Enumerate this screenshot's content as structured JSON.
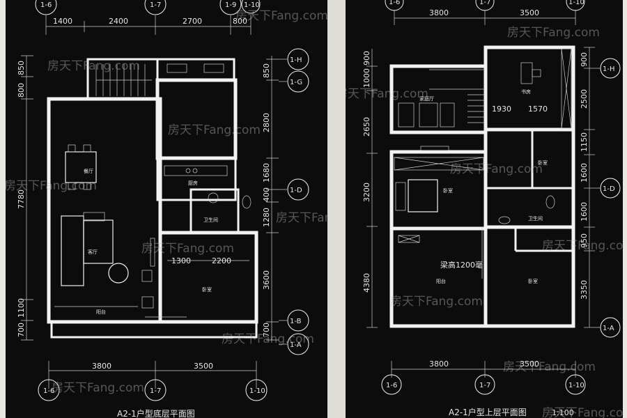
{
  "left_plan": {
    "title": "A2-1户型底层平面图",
    "axes_top": [
      "1-6",
      "1-7",
      "1-9",
      "1-10"
    ],
    "axes_bottom": [
      "1-6",
      "1-7",
      "1-10"
    ],
    "axes_right": [
      "1-H",
      "1-G",
      "1-D",
      "1-B",
      "1-A"
    ],
    "dims_top": [
      "1400",
      "2400",
      "2700",
      "800"
    ],
    "dims_bottom": [
      "3800",
      "3500"
    ],
    "dims_left": [
      "850",
      "800",
      "7780",
      "1100",
      "700"
    ],
    "dims_right": [
      "850",
      "2800",
      "1680",
      "400",
      "1280",
      "3600",
      "700"
    ],
    "inner_dims": [
      "1300",
      "2200"
    ],
    "rooms": {
      "dining": "餐厅",
      "kitchen": "厨房",
      "bathroom": "卫生间",
      "living": "客厅",
      "bedroom": "卧室",
      "balcony": "阳台"
    }
  },
  "right_plan": {
    "title": "A2-1户型上层平面图",
    "scale": "1:100",
    "axes_top": [
      "1-6",
      "1-7",
      "1-10"
    ],
    "axes_bottom": [
      "1-6",
      "1-7",
      "1-10"
    ],
    "axes_right": [
      "1-H",
      "1-D",
      "1-A"
    ],
    "dims_top": [
      "3800",
      "3500"
    ],
    "dims_left": [
      "1000",
      "900",
      "2650",
      "3200",
      "4380"
    ],
    "dims_right": [
      "900",
      "2500",
      "1150",
      "1600",
      "1600",
      "950",
      "3350"
    ],
    "inner_dims": [
      "1930",
      "1570"
    ],
    "annotation": "梁高1200毫",
    "rooms": {
      "study": "书房",
      "family": "家庭厅",
      "bedroom_1": "卧室",
      "bedroom_2": "卧室",
      "bedroom_3": "卧室",
      "bathroom": "卫生间",
      "balcony": "阳台"
    }
  },
  "watermark": "房天下Fang.com"
}
